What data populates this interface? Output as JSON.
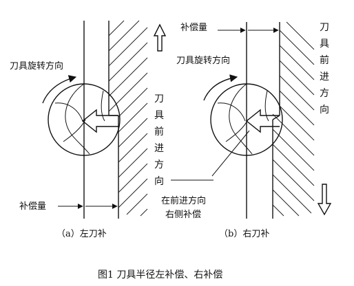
{
  "figure": {
    "title": "图1  刀具半径左补偿、右补偿"
  },
  "panel_a": {
    "caption": "（a）左刀补",
    "rotation_label": "刀具旋转方向",
    "advance_label_chars": [
      "刀",
      "具",
      "前",
      "进",
      "方",
      "向"
    ],
    "offset_label": "补偿量"
  },
  "panel_b": {
    "caption": "（b）右刀补",
    "offset_label": "补偿量",
    "rotation_label": "刀具旋转方向",
    "advance_label_chars": [
      "刀",
      "具",
      "前",
      "进",
      "方",
      "向"
    ],
    "side_label_line1": "在前进方向",
    "side_label_line2": "右侧补偿"
  }
}
